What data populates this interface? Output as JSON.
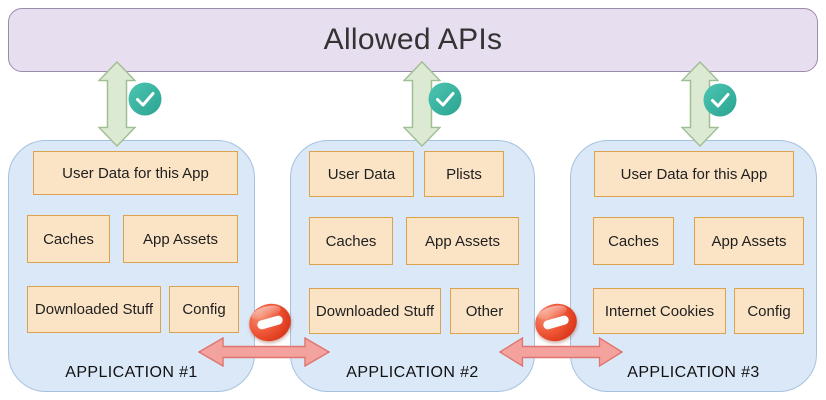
{
  "title_bar": {
    "label": "Allowed APIs"
  },
  "applications": [
    {
      "label": "APPLICATION #1",
      "rows": [
        {
          "boxes": [
            {
              "label": "User Data for this App"
            }
          ]
        },
        {
          "boxes": [
            {
              "label": "Caches"
            },
            {
              "label": "App Assets"
            }
          ]
        },
        {
          "boxes": [
            {
              "label": "Downloaded Stuff"
            },
            {
              "label": "Config"
            }
          ]
        }
      ]
    },
    {
      "label": "APPLICATION #2",
      "rows": [
        {
          "boxes": [
            {
              "label": "User Data"
            },
            {
              "label": "Plists"
            }
          ]
        },
        {
          "boxes": [
            {
              "label": "Caches"
            },
            {
              "label": "App Assets"
            }
          ]
        },
        {
          "boxes": [
            {
              "label": "Downloaded Stuff"
            },
            {
              "label": "Other"
            }
          ]
        }
      ]
    },
    {
      "label": "APPLICATION #3",
      "rows": [
        {
          "boxes": [
            {
              "label": "User Data for this App"
            }
          ]
        },
        {
          "boxes": [
            {
              "label": "Caches"
            },
            {
              "label": "App Assets"
            }
          ]
        },
        {
          "boxes": [
            {
              "label": "Internet Cookies"
            },
            {
              "label": "Config"
            }
          ]
        }
      ]
    }
  ],
  "icons": {
    "allowed_connection": "checkmark-icon",
    "blocked_connection": "no-entry-icon"
  },
  "colors": {
    "api_bar_fill": "#e7def0",
    "api_bar_border": "#9d8bab",
    "app_fill": "#dbe8f7",
    "app_border": "#a5c2e0",
    "box_fill": "#fbe4c6",
    "box_border": "#dca24d",
    "allowed_arrow_fill": "#dcead3",
    "allowed_arrow_border": "#9fbe92",
    "check_circle_teal": "#3bb7a3",
    "blocked_arrow_fill": "#f3a29d",
    "blocked_arrow_border": "#e0756f",
    "no_entry_red": "#ee5435"
  }
}
